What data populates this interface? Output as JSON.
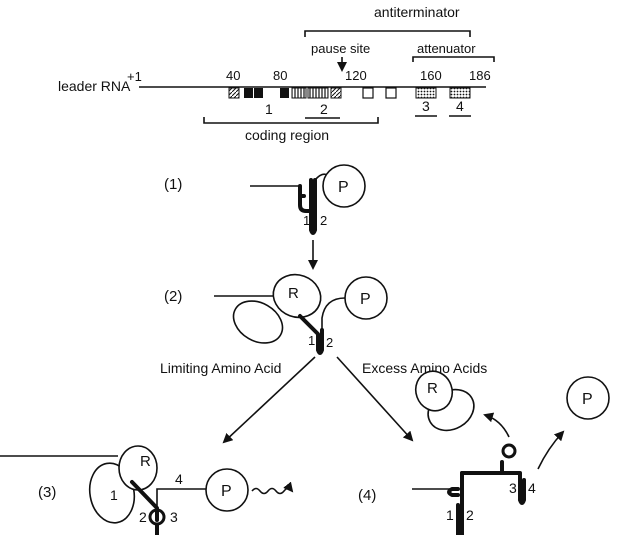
{
  "figure": {
    "labels": {
      "antiterminator": "antiterminator",
      "pause_site": "pause site",
      "attenuator": "attenuator",
      "leader_rna": "leader RNA",
      "coding_region": "coding region",
      "limiting": "Limiting Amino Acid",
      "excess": "Excess Amino Acids"
    },
    "positions": [
      "+1",
      "40",
      "80",
      "120",
      "160",
      "186"
    ],
    "regions": [
      "1",
      "2",
      "3",
      "4"
    ],
    "steps": [
      "(1)",
      "(2)",
      "(3)",
      "(4)"
    ],
    "molecules": {
      "polymerase": "P",
      "ribosome": "R"
    }
  }
}
